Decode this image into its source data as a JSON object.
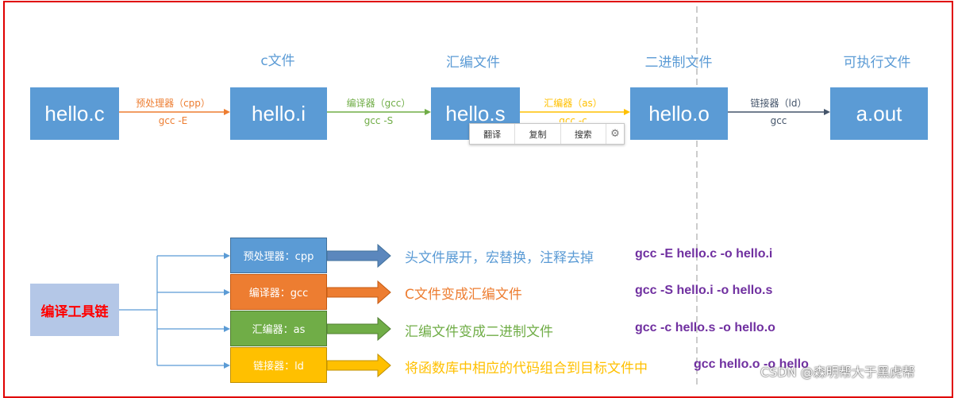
{
  "stages": [
    "c文件",
    "汇编文件",
    "二进制文件",
    "可执行文件"
  ],
  "boxes": [
    "hello.c",
    "hello.i",
    "hello.s",
    "hello.o",
    "a.out"
  ],
  "steps": [
    {
      "tool": "预处理器（cpp）",
      "cmd": "gcc -E",
      "color": "#ed7d31"
    },
    {
      "tool": "编译器（gcc）",
      "cmd": "gcc -S",
      "color": "#70ad47"
    },
    {
      "tool": "汇编器（as）",
      "cmd": "gcc -c",
      "color": "#ffc000"
    },
    {
      "tool": "链接器（ld）",
      "cmd": "gcc",
      "color": "#44546a"
    }
  ],
  "popup": {
    "translate": "翻译",
    "copy": "复制",
    "search": "搜索",
    "settings_icon": "gear-icon"
  },
  "toolchain": {
    "title": "编译工具链",
    "tools": [
      {
        "name": "预处理器：cpp",
        "desc": "头文件展开，宏替换，注释去掉",
        "command": "gcc -E hello.c -o hello.i",
        "color": "#5b9bd5"
      },
      {
        "name": "编译器：gcc",
        "desc": "C文件变成汇编文件",
        "command": "gcc -S hello.i -o hello.s",
        "color": "#ed7d31"
      },
      {
        "name": "汇编器：as",
        "desc": "汇编文件变成二进制文件",
        "command": "gcc -c hello.s -o hello.o",
        "color": "#70ad47"
      },
      {
        "name": "链接器：ld",
        "desc": "将函数库中相应的代码组合到目标文件中",
        "command": "gcc hello.o -o hello",
        "color": "#ffc000"
      }
    ]
  },
  "watermark": "CSDN @森明帮大于黑虎帮"
}
